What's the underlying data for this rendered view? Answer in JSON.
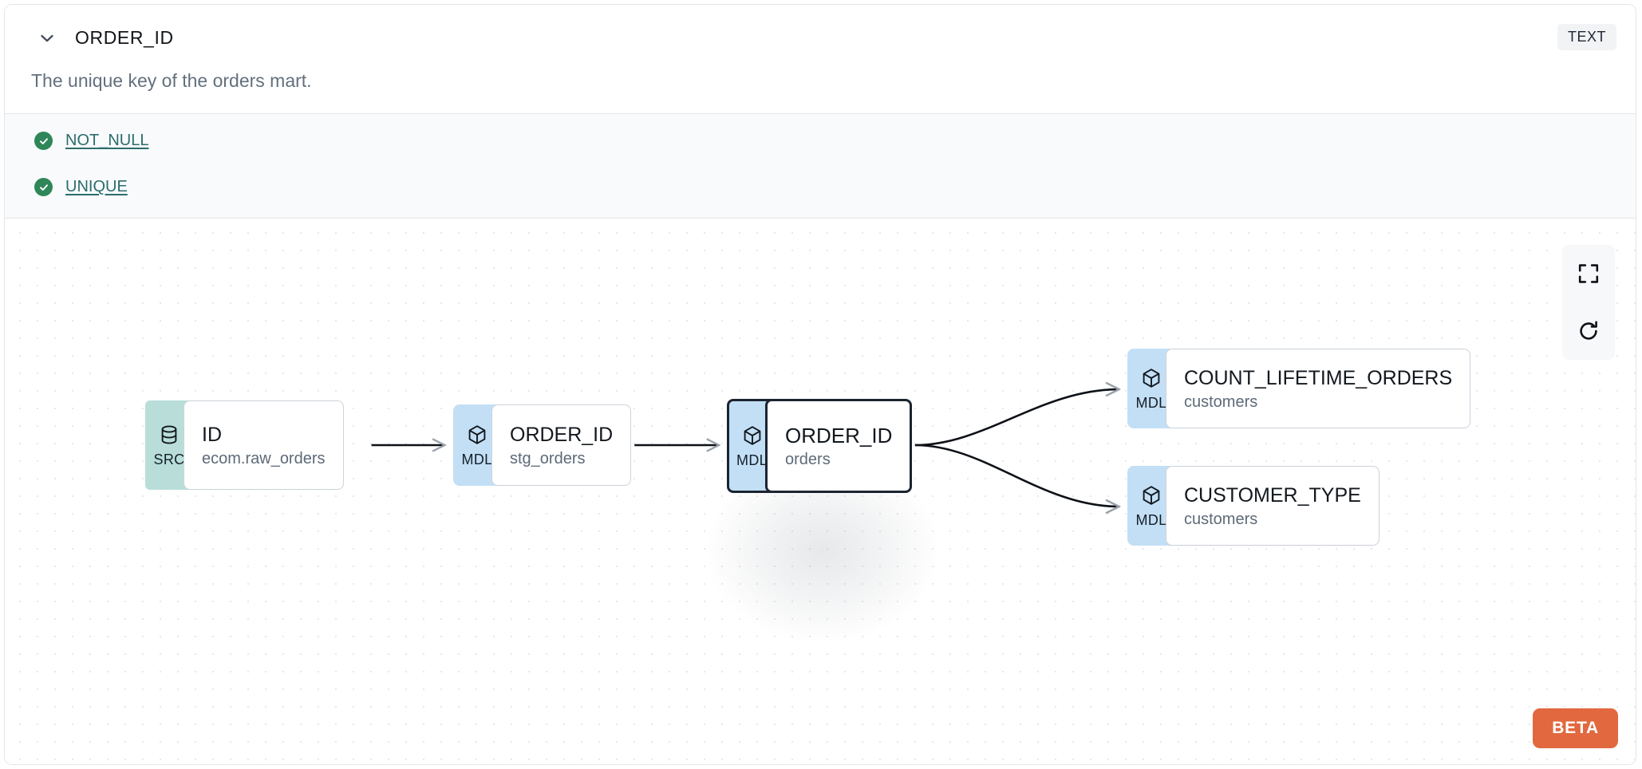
{
  "header": {
    "collapse_icon": "chevron-down-icon",
    "column_name": "ORDER_ID",
    "data_type_badge": "TEXT",
    "description": "The unique key of the orders mart."
  },
  "tests": {
    "items": [
      {
        "status_icon": "check-circle-icon",
        "label": "NOT_NULL",
        "status": "passing"
      },
      {
        "status_icon": "check-circle-icon",
        "label": "UNIQUE",
        "status": "passing"
      }
    ]
  },
  "lineage": {
    "nodes": [
      {
        "id": "src",
        "kind": "SRC",
        "kind_icon": "database-icon",
        "name": "ID",
        "model": "ecom.raw_orders",
        "focused": false
      },
      {
        "id": "stg",
        "kind": "MDL",
        "kind_icon": "cube-icon",
        "name": "ORDER_ID",
        "model": "stg_orders",
        "focused": false
      },
      {
        "id": "orders",
        "kind": "MDL",
        "kind_icon": "cube-icon",
        "name": "ORDER_ID",
        "model": "orders",
        "focused": true
      },
      {
        "id": "count",
        "kind": "MDL",
        "kind_icon": "cube-icon",
        "name": "COUNT_LIFETIME_ORDERS",
        "model": "customers",
        "focused": false
      },
      {
        "id": "custtype",
        "kind": "MDL",
        "kind_icon": "cube-icon",
        "name": "CUSTOMER_TYPE",
        "model": "customers",
        "focused": false
      }
    ],
    "edges": [
      {
        "from": "src",
        "to": "stg"
      },
      {
        "from": "stg",
        "to": "orders"
      },
      {
        "from": "orders",
        "to": "count"
      },
      {
        "from": "orders",
        "to": "custtype"
      }
    ],
    "controls": [
      {
        "name": "fit-view-button",
        "icon": "fullscreen-icon"
      },
      {
        "name": "reset-button",
        "icon": "refresh-icon"
      }
    ],
    "beta_label": "BETA"
  },
  "colors": {
    "src_badge": "#b9ded9",
    "mdl_badge": "#c3dff5",
    "test_pass": "#2f8659",
    "test_link": "#2c6d6d",
    "beta": "#e2683f",
    "focus_border": "#1b2430"
  }
}
